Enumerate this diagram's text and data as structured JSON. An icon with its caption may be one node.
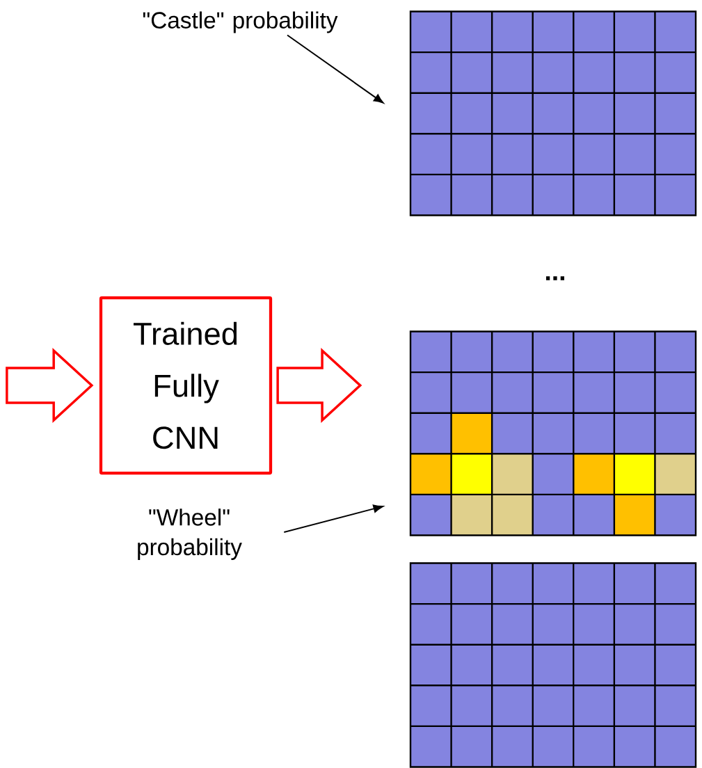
{
  "diagram": {
    "nodes": [
      {
        "text": [
          "\"Castle\" probability"
        ]
      },
      {
        "text": [],
        "shape": "grid"
      },
      {
        "text": [
          "Trained Fully CNN"
        ]
      },
      {
        "text": [],
        "shape": "grid"
      },
      {
        "text": [
          "\"Wheel\" probability"
        ]
      },
      {
        "text": [],
        "shape": "grid"
      }
    ],
    "edges": [
      {
        "from": 0,
        "to": 1,
        "arrow": "to"
      },
      {
        "from": null,
        "to": 2,
        "arrow": "to",
        "style": "thick",
        "color": "#ff0000"
      },
      {
        "from": 2,
        "to": 3,
        "arrow": "to",
        "style": "thick",
        "color": "#ff0000"
      },
      {
        "from": 4,
        "to": 3,
        "arrow": "to"
      }
    ],
    "labels": [
      "..."
    ]
  }
}
